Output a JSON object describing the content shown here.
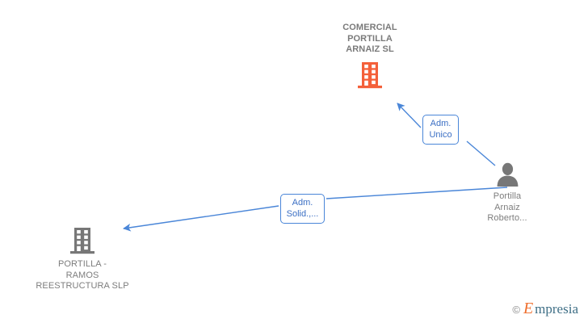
{
  "diagram": {
    "kind": "corporate-relationship-chart",
    "background_color": "#ffffff",
    "nodes": [
      {
        "id": "root",
        "type": "company",
        "icon": "building-icon",
        "icon_color": "#f4603a",
        "label": "COMERCIAL\nPORTILLA\nARNAIZ SL",
        "emphasis": "bold"
      },
      {
        "id": "company-2",
        "type": "company",
        "icon": "building-icon",
        "icon_color": "#777777",
        "label": "PORTILLA -\nRAMOS\nREESTRUCTURA SLP",
        "emphasis": "normal"
      },
      {
        "id": "person",
        "type": "person",
        "icon": "person-icon",
        "icon_color": "#777777",
        "label": "Portilla\nArnaiz\nRoberto...",
        "emphasis": "normal"
      }
    ],
    "edges": [
      {
        "id": "edge-adm-unico",
        "from": "person",
        "to": "root",
        "label": "Adm.\nUnico",
        "color": "#4a86d8"
      },
      {
        "id": "edge-adm-solid",
        "from": "person",
        "to": "company-2",
        "label": "Adm.\nSolid.,...",
        "color": "#4a86d8"
      }
    ]
  },
  "watermark": {
    "copyright_symbol": "©",
    "brand_initial": "E",
    "brand_rest": "mpresia",
    "initial_color": "#ef6f2e",
    "rest_color": "#3f6f86"
  }
}
